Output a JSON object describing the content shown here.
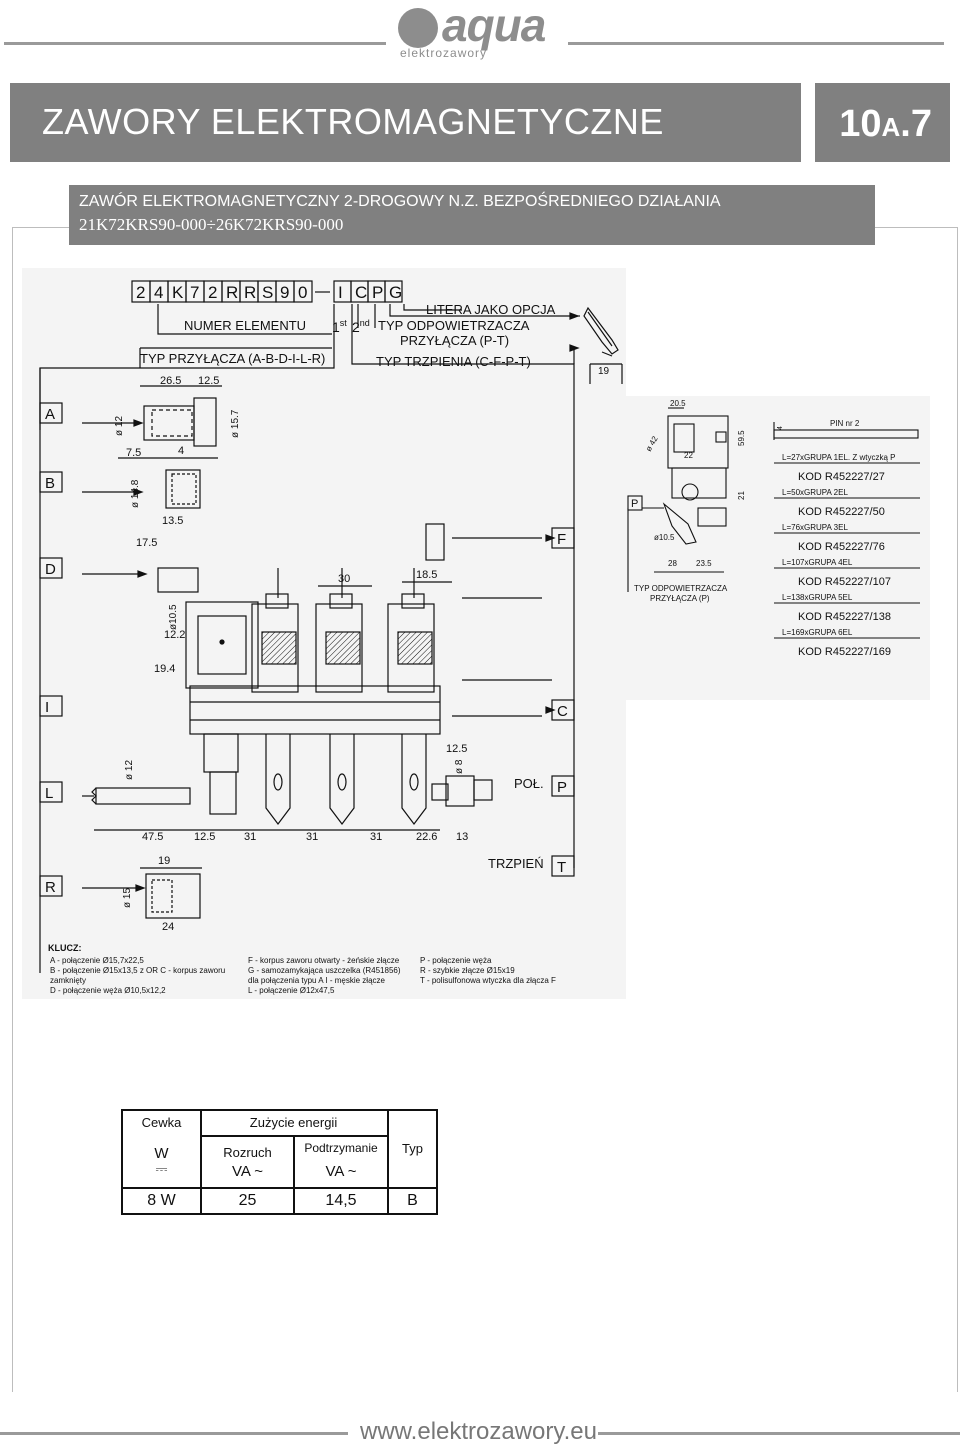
{
  "header": {
    "logo_word": "aqua",
    "logo_sub": "elektrozawory",
    "title": "ZAWORY ELEKTROMAGNETYCZNE",
    "code_main": "10",
    "code_sub": "A",
    "code_end": ".7"
  },
  "subtitle": {
    "line1": "ZAWÓR ELEKTROMAGNETYCZNY 2-DROGOWY N.Z. BEZPOŚREDNIEGO DZIAŁANIA",
    "line2": "21K72KRS90-000÷26K72KRS90-000"
  },
  "drawing": {
    "code_chars": [
      "2",
      "4",
      "K",
      "7",
      "2",
      "R",
      "R",
      "S",
      "9",
      "0"
    ],
    "suffix_chars": [
      "I",
      "C",
      "P",
      "G"
    ],
    "litera": "LITERA JAKO OPCJA",
    "numer": "NUMER ELEMENTU",
    "first": "1",
    "first_sup": "st",
    "second": "2",
    "second_sup": "nd",
    "typ_odp": "TYP ODPOWIETRZACZA",
    "przylacza_pt": "PRZYŁĄCZA (P-T)",
    "typ_przylacza": "TYP PRZYŁĄCZA (A-B-D-I-L-R)",
    "typ_trzpienia": "TYP TRZPIENIA (C-F-P-T)",
    "letters_left": [
      "A",
      "B",
      "D",
      "I",
      "L",
      "R"
    ],
    "letters_right": [
      "F",
      "C",
      "P",
      "T"
    ],
    "pol": "POŁ.",
    "trzpien": "TRZPIEŃ",
    "dims": {
      "d26_5": "26.5",
      "d12_5a": "12.5",
      "d12": "ø 12",
      "d15_7": "ø 15.7",
      "d7_5": "7.5",
      "d4": "4",
      "d14_8": "ø 14.8",
      "d13_5": "13.5",
      "d17_5": "17.5",
      "d30": "30",
      "d18_5": "18.5",
      "d10_5": "ø10.5",
      "d12_2": "12.2",
      "d19_4": "19.4",
      "d12b": "ø 12",
      "d12_5b": "12.5",
      "d8": "ø 8",
      "d47_5": "47.5",
      "d12_5c": "12.5",
      "d31a": "31",
      "d31b": "31",
      "d31c": "31",
      "d22_6": "22.6",
      "d13": "13",
      "d19a": "19",
      "d19b": "19",
      "d15": "ø 15",
      "d24": "24"
    },
    "klucz_title": "KLUCZ:",
    "klucz_col1": [
      "A - połączenie Ø15,7x22,5",
      "B - połączenie Ø15x13,5 z OR C - korpus zaworu",
      "     zamknięty",
      "D - połączenie węża Ø10,5x12,2"
    ],
    "klucz_col2": [
      "F - korpus zaworu otwarty - żeńskie złącze",
      "G - samozamykająca uszczelka (R451856)",
      "     dla połączenia typu A I - męskie złącze",
      "L - połączenie Ø12x47,5"
    ],
    "klucz_col3": [
      "P - połączenie węża",
      "R - szybkie złącze Ø15x19",
      "T - polisulfonowa wtyczka dla złącza F"
    ]
  },
  "side_drawing": {
    "d20_5": "20.5",
    "d42": "ø 42",
    "d59_5": "59.5",
    "d22": "22",
    "d21": "21",
    "d10_5": "ø10.5",
    "d28": "28",
    "d23_5": "23.5",
    "letter_p": "P",
    "typ_odp": "TYP ODPOWIETRZACZA",
    "przylacza_p": "PRZYŁĄCZA (P)",
    "d4": "4",
    "pin": "PIN nr 2",
    "groups": [
      {
        "label": "L=27xGRUPA 1EL. Z wtyczką P",
        "kod": "KOD R452227/27"
      },
      {
        "label": "L=50xGRUPA 2EL",
        "kod": "KOD R452227/50"
      },
      {
        "label": "L=76xGRUPA 3EL",
        "kod": "KOD R452227/76"
      },
      {
        "label": "L=107xGRUPA 4EL",
        "kod": "KOD R452227/107"
      },
      {
        "label": "L=138xGRUPA 5EL",
        "kod": "KOD R452227/138"
      },
      {
        "label": "L=169xGRUPA 6EL",
        "kod": "KOD R452227/169"
      }
    ]
  },
  "energy_table": {
    "h_cewka": "Cewka",
    "h_zuzycie": "Zużycie energii",
    "h_w": "W",
    "h_dc": "⎓",
    "h_rozruch": "Rozruch",
    "h_rozruch_unit": "VA ~",
    "h_podtrzymanie": "Podtrzymanie",
    "h_podtrzymanie_unit": "VA ~",
    "h_typ": "Typ",
    "row": {
      "w": "8 W",
      "rozruch": "25",
      "podtrzymanie": "14,5",
      "typ": "B"
    }
  },
  "footer": {
    "url": "www.elektrozawory.eu"
  }
}
